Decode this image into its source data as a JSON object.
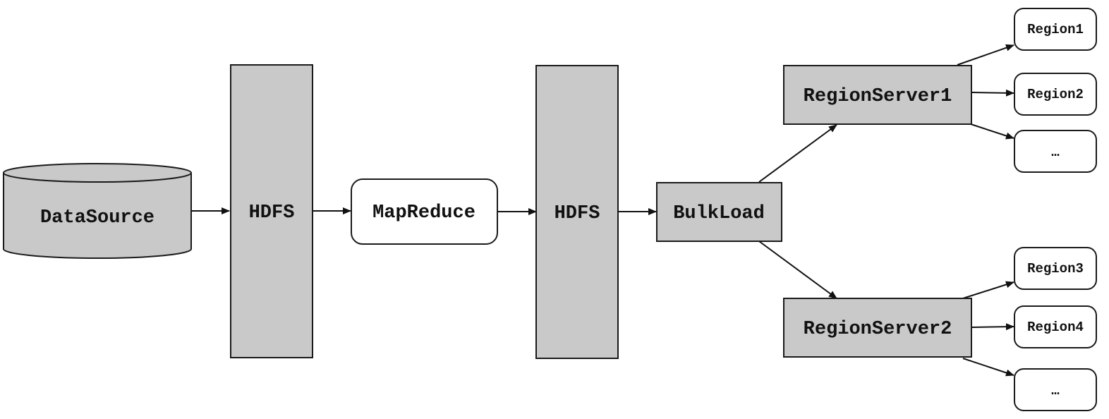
{
  "colors": {
    "box_fill_gray": "#c9c9c9",
    "box_fill_white": "#ffffff",
    "stroke": "#1a1a1a"
  },
  "nodes": {
    "datasource": "DataSource",
    "hdfs_1": "HDFS",
    "mapreduce": "MapReduce",
    "hdfs_2": "HDFS",
    "bulkload": "BulkLoad",
    "regionserver_1": "RegionServer1",
    "regionserver_2": "RegionServer2",
    "region_1": "Region1",
    "region_2": "Region2",
    "region_more_1": "…",
    "region_3": "Region3",
    "region_4": "Region4",
    "region_more_2": "…"
  },
  "edges": [
    {
      "from": "datasource",
      "to": "hdfs_1"
    },
    {
      "from": "hdfs_1",
      "to": "mapreduce"
    },
    {
      "from": "mapreduce",
      "to": "hdfs_2"
    },
    {
      "from": "hdfs_2",
      "to": "bulkload"
    },
    {
      "from": "bulkload",
      "to": "regionserver_1"
    },
    {
      "from": "bulkload",
      "to": "regionserver_2"
    },
    {
      "from": "regionserver_1",
      "to": "region_1"
    },
    {
      "from": "regionserver_1",
      "to": "region_2"
    },
    {
      "from": "regionserver_1",
      "to": "region_more_1"
    },
    {
      "from": "regionserver_2",
      "to": "region_3"
    },
    {
      "from": "regionserver_2",
      "to": "region_4"
    },
    {
      "from": "regionserver_2",
      "to": "region_more_2"
    }
  ]
}
